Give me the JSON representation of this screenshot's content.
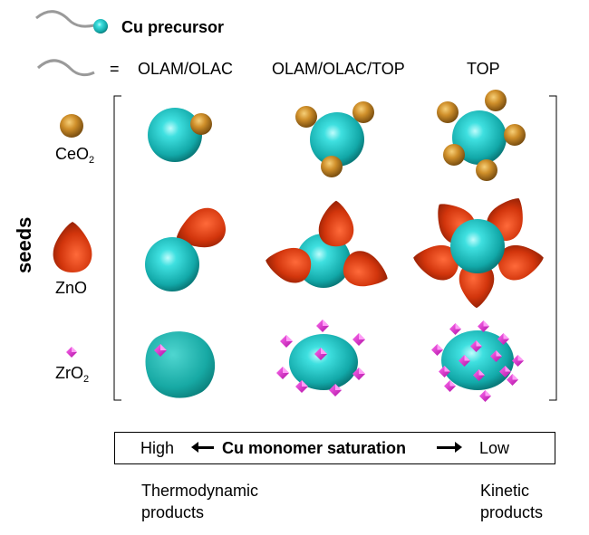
{
  "legend": {
    "precursor_label": "Cu precursor",
    "equals": "=",
    "ligand_labels": [
      "OLAM/OLAC",
      "OLAM/OLAC/TOP",
      "TOP"
    ]
  },
  "seeds_label": "seeds",
  "seeds": [
    {
      "name": "CeO",
      "subscript": "2"
    },
    {
      "name": "ZnO",
      "subscript": ""
    },
    {
      "name": "ZrO",
      "subscript": "2"
    }
  ],
  "axis": {
    "high": "High",
    "title": "Cu monomer saturation",
    "low": "Low"
  },
  "products": {
    "left_line1": "Thermodynamic",
    "left_line2": "products",
    "right_line1": "Kinetic",
    "right_line2": "products"
  },
  "colors": {
    "cu": "#22c4c4",
    "ceo2": "#c98a25",
    "zno": "#d63a10",
    "zro2": "#e020d0",
    "ligand": "#9a9a9a"
  }
}
